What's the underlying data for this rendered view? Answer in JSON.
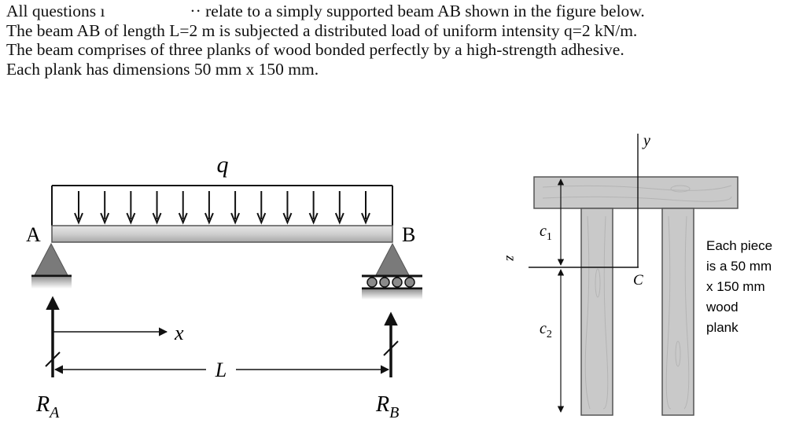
{
  "problem": {
    "line1_a": "All questions ı",
    "line1_b": "·· relate to a simply supported beam AB shown in the figure below.",
    "line2": "The beam AB of length L=2 m is subjected a distributed load of uniform intensity q=2 kN/m.",
    "line3": "The beam comprises of three planks of wood bonded perfectly by a high-strength adhesive.",
    "line4": "Each plank has dimensions 50 mm x 150 mm."
  },
  "beam_figure": {
    "load_label": "q",
    "support_a_label": "A",
    "support_b_label": "B",
    "x_label": "x",
    "length_label": "L",
    "reaction_a_main": "R",
    "reaction_a_sub": "A",
    "reaction_b_main": "R",
    "reaction_b_sub": "B",
    "load_arrow_count": 12
  },
  "section_figure": {
    "y_axis_label": "y",
    "z_axis_label": "z",
    "c1_label": "c",
    "c1_sub": "1",
    "c2_label": "c",
    "c2_sub": "2",
    "centroid_label": "C",
    "note_lines": [
      "Each piece",
      "is a 50 mm",
      "x 150 mm",
      "wood",
      "plank"
    ]
  },
  "colors": {
    "wood": "#c9c9c9",
    "beam": "#d2d2d2",
    "support": "#7a7a7a",
    "ink": "#111111"
  }
}
